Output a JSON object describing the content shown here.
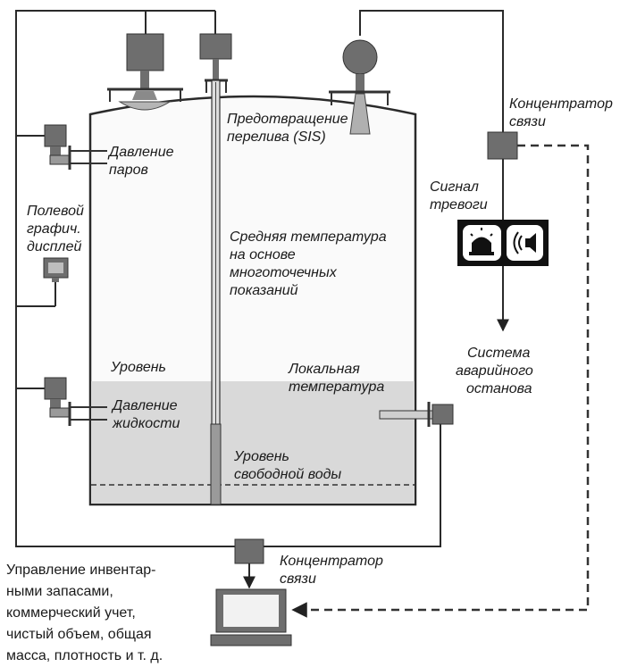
{
  "labels": {
    "vapor_pressure": [
      "Давление",
      "паров"
    ],
    "overfill_prevention": [
      "Предотвращение",
      "перелива (SIS)"
    ],
    "field_display": [
      "Полевой",
      "графич.",
      "дисплей"
    ],
    "avg_temperature": [
      "Средняя температура",
      "на основе",
      "многоточечных",
      "показаний"
    ],
    "level": "Уровень",
    "local_temperature": [
      "Локальная",
      "температура"
    ],
    "liquid_pressure": [
      "Давление",
      "жидкости"
    ],
    "free_water_level": [
      "Уровень",
      "свободной воды"
    ],
    "hub_top": [
      "Концентратор",
      "связи"
    ],
    "alarm_signal": [
      "Сигнал",
      "тревоги"
    ],
    "emergency_shutdown": [
      "Система",
      "аварийного",
      "останова"
    ],
    "hub_bottom": [
      "Концентратор",
      "связи"
    ],
    "inventory": [
      "Управление инвентар-",
      "ными запасами,",
      "коммерческий учет,",
      "чистый объем, общая",
      "масса, плотность и т. д."
    ]
  },
  "icons": [
    "beacon-alarm-icon",
    "speaker-alarm-icon",
    "computer-icon"
  ],
  "colors": {
    "device": "#6e6e6e",
    "liquid": "#d9d9d9",
    "line": "#2a2a2a",
    "tank_fill": "#fafafa"
  }
}
